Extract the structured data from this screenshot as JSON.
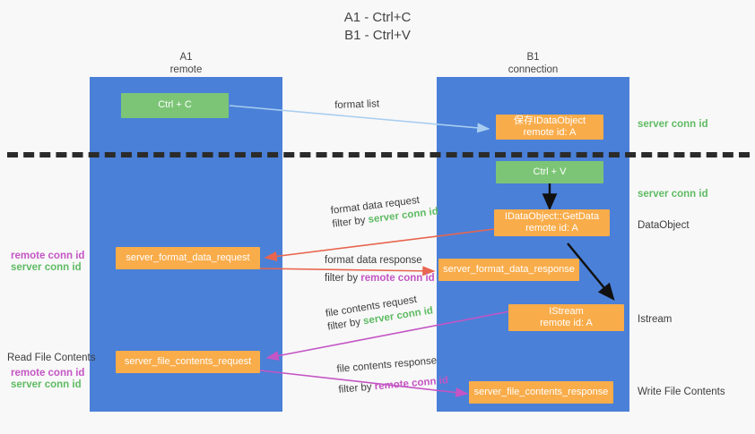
{
  "title": {
    "line1": "A1 - Ctrl+C",
    "line2": "B1 - Ctrl+V"
  },
  "lanes": [
    {
      "id": "a1",
      "name": "A1",
      "sub": "remote",
      "color": "#4a80d8"
    },
    {
      "id": "b1",
      "name": "B1",
      "sub": "connection",
      "color": "#4a80d8"
    }
  ],
  "colors": {
    "lane": "#4a80d8",
    "green_node": "#7cc576",
    "orange_node": "#f9ac4a",
    "server_conn_id": "#5fbb63",
    "remote_conn_id": "#c455c4",
    "format_list_arrow": "#a8cdf0",
    "format_data_arrow": "#e8654f",
    "file_contents_arrow": "#c455c4",
    "internal_arrow": "#111111",
    "divider": "#2b2b2b",
    "background": "#f8f8f8"
  },
  "nodes": {
    "ctrl_c": {
      "line1": "Ctrl + C",
      "line2": ""
    },
    "ctrl_v": {
      "line1": "Ctrl + V",
      "line2": ""
    },
    "save_idataobject": {
      "line1": "保存IDataObject",
      "line2": "remote id: A"
    },
    "getdata": {
      "line1": "IDataObject::GetData",
      "line2": "remote id: A"
    },
    "istream": {
      "line1": "IStream",
      "line2": "remote id: A"
    },
    "server_format_data_request": {
      "line1": "server_format_data_request",
      "line2": ""
    },
    "server_format_data_response": {
      "line1": "server_format_data_response",
      "line2": ""
    },
    "server_file_contents_request": {
      "line1": "server_file_contents_request",
      "line2": ""
    },
    "server_file_contents_response": {
      "line1": "server_file_contents_response",
      "line2": ""
    }
  },
  "edges": {
    "format_list": {
      "caption": "format list",
      "filter_prefix": "",
      "filter_key": ""
    },
    "format_data_request": {
      "caption": "format data request",
      "filter_prefix": "filter by ",
      "filter_key": "server conn id"
    },
    "format_data_response": {
      "caption": "format data response",
      "filter_prefix": "filter by ",
      "filter_key": "remote conn id"
    },
    "file_contents_request": {
      "caption": "file contents request",
      "filter_prefix": "filter by ",
      "filter_key": "server conn id"
    },
    "file_contents_response": {
      "caption": "file contents response",
      "filter_prefix": "filter by ",
      "filter_key": "remote conn id"
    }
  },
  "annotations": {
    "right_server_conn_id_top": "server conn id",
    "right_server_conn_id_mid": "server conn id",
    "right_dataobject": "DataObject",
    "right_istream": "Istream",
    "right_write_file_contents": "Write File Contents",
    "left_read_file_contents": "Read File Contents",
    "left_remote_conn_id_1": "remote conn id",
    "left_server_conn_id_1": "server conn id",
    "left_remote_conn_id_2": "remote conn id",
    "left_server_conn_id_2": "server conn id"
  }
}
